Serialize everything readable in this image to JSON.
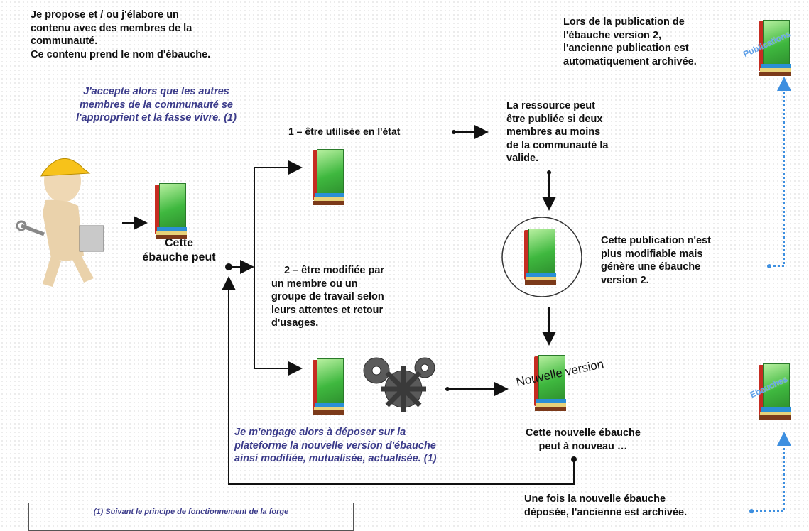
{
  "texts": {
    "intro": "Je propose et / ou j'élabore un\ncontenu avec des membres de la\ncommunauté.\nCe contenu prend le nom d'ébauche.",
    "accept": "J'accepte alors que les autres\nmembres de la communauté se\nl'approprient et la fasse vivre. (1)",
    "ebauche_peut": "Cette\nébauche peut",
    "option1": "1 – être utilisée en l'état",
    "option2": "2 – être modifiée par\nun membre ou un\ngroupe de travail selon\nleurs attentes et retour\nd'usages.",
    "ressource": "La ressource peut\nêtre publiée si deux\nmembres au moins\nde la communauté la\nvalide.",
    "publication_v2": "Lors de la publication de\nl'ébauche version 2,\nl'ancienne publication est\nautomatiquement archivée.",
    "publication_fixed": "Cette publication n'est\nplus modifiable mais\ngénère une ébauche\nversion 2.",
    "nouvelle_version": "Nouvelle version",
    "nouvelle_ebauche": "Cette nouvelle ébauche\npeut à nouveau …",
    "engagement": "Je m'engage alors à déposer sur la\nplateforme la nouvelle version d'ébauche\nainsi modifiée, mutualisée, actualisée. (1)",
    "archive": "Une fois la  nouvelle ébauche\ndéposée, l'ancienne est archivée.",
    "footnote": "(1) Suivant le principe de fonctionnement de la forge",
    "publications_label": "Publications",
    "ebauches_label": "Ebauches"
  },
  "colors": {
    "dotted_arrow": "#3d8fe0",
    "blue_text": "#3b3b8a",
    "book_green": "#3fb83f",
    "book_red": "#c62c22"
  }
}
